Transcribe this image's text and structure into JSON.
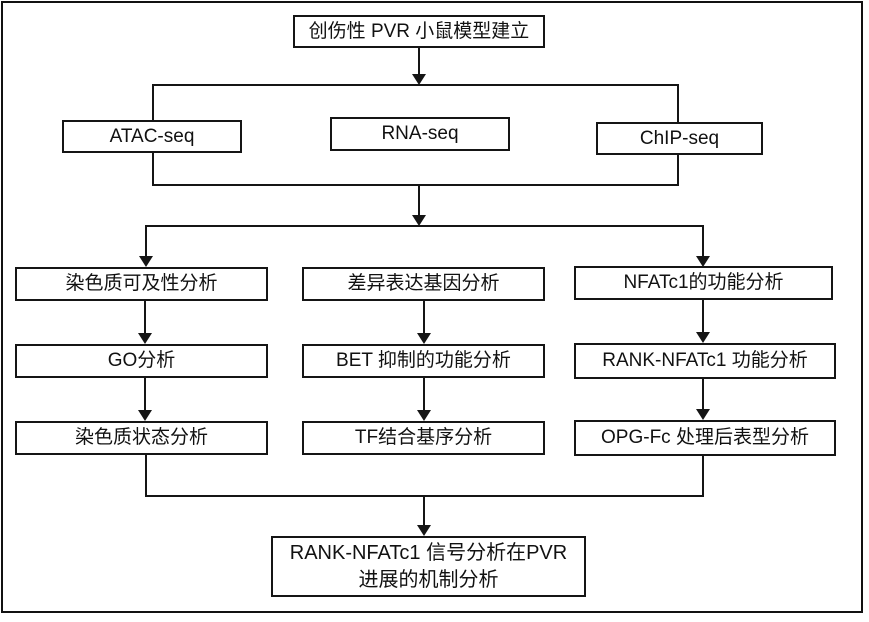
{
  "diagram": {
    "nodes": {
      "top": {
        "label": "创伤性 PVR 小鼠模型建立"
      },
      "atac": {
        "label": "ATAC-seq"
      },
      "rna": {
        "label": "RNA-seq"
      },
      "chip": {
        "label": "ChIP-seq"
      },
      "left1": {
        "label": "染色质可及性分析"
      },
      "left2": {
        "label": "GO分析"
      },
      "left3": {
        "label": "染色质状态分析"
      },
      "mid1": {
        "label": "差异表达基因分析"
      },
      "mid2": {
        "label": "BET 抑制的功能分析"
      },
      "mid3": {
        "label": "TF结合基序分析"
      },
      "right1": {
        "label": "NFATc1的功能分析"
      },
      "right2": {
        "label": "RANK-NFATc1 功能分析"
      },
      "right3": {
        "label": "OPG-Fc 处理后表型分析"
      },
      "final": {
        "line1": "RANK-NFATc1 信号分析在PVR",
        "line2": "进展的机制分析"
      }
    },
    "colors": {
      "line": "#151515",
      "background": "#ffffff",
      "box_fill": "#ffffff"
    }
  }
}
